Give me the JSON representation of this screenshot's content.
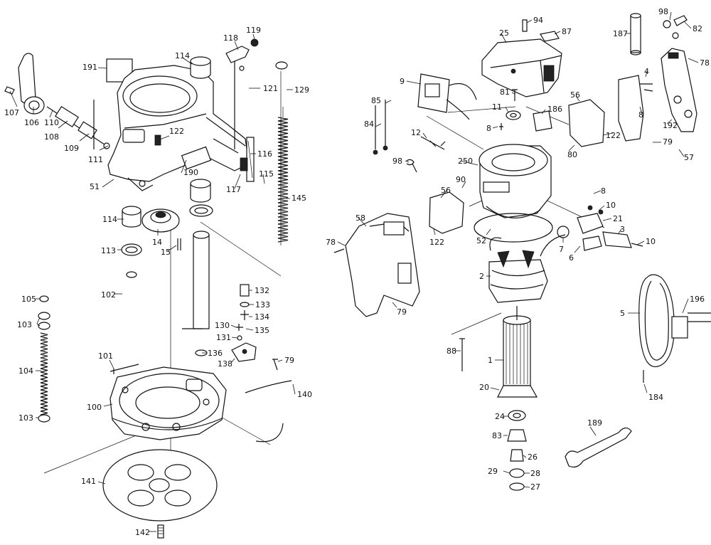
{
  "diagram": {
    "parts": [
      {
        "id": "p107",
        "label": "107"
      },
      {
        "id": "p106",
        "label": "106"
      },
      {
        "id": "p110",
        "label": "110"
      },
      {
        "id": "p108",
        "label": "108"
      },
      {
        "id": "p109",
        "label": "109"
      },
      {
        "id": "p111",
        "label": "111"
      },
      {
        "id": "p191",
        "label": "191"
      },
      {
        "id": "p114a",
        "label": "114"
      },
      {
        "id": "p118",
        "label": "118"
      },
      {
        "id": "p119",
        "label": "119"
      },
      {
        "id": "p121",
        "label": "121"
      },
      {
        "id": "p129",
        "label": "129"
      },
      {
        "id": "p122a",
        "label": "122"
      },
      {
        "id": "p116",
        "label": "116"
      },
      {
        "id": "p190",
        "label": "190"
      },
      {
        "id": "p115",
        "label": "115"
      },
      {
        "id": "p117",
        "label": "117"
      },
      {
        "id": "p51",
        "label": "51"
      },
      {
        "id": "p145",
        "label": "145"
      },
      {
        "id": "p114b",
        "label": "114"
      },
      {
        "id": "p14",
        "label": "14"
      },
      {
        "id": "p113",
        "label": "113"
      },
      {
        "id": "p15",
        "label": "15"
      },
      {
        "id": "p102",
        "label": "102"
      },
      {
        "id": "p105",
        "label": "105"
      },
      {
        "id": "p103a",
        "label": "103"
      },
      {
        "id": "p104",
        "label": "104"
      },
      {
        "id": "p103b",
        "label": "103"
      },
      {
        "id": "p132",
        "label": "132"
      },
      {
        "id": "p133",
        "label": "133"
      },
      {
        "id": "p134",
        "label": "134"
      },
      {
        "id": "p130",
        "label": "130"
      },
      {
        "id": "p135",
        "label": "135"
      },
      {
        "id": "p131",
        "label": "131"
      },
      {
        "id": "p136",
        "label": "136"
      },
      {
        "id": "p138",
        "label": "138"
      },
      {
        "id": "p79a",
        "label": "79"
      },
      {
        "id": "p140",
        "label": "140"
      },
      {
        "id": "p101",
        "label": "101"
      },
      {
        "id": "p100",
        "label": "100"
      },
      {
        "id": "p141",
        "label": "141"
      },
      {
        "id": "p142",
        "label": "142"
      },
      {
        "id": "p94",
        "label": "94"
      },
      {
        "id": "p25",
        "label": "25"
      },
      {
        "id": "p87",
        "label": "87"
      },
      {
        "id": "p187",
        "label": "187"
      },
      {
        "id": "p98a",
        "label": "98"
      },
      {
        "id": "p82",
        "label": "82"
      },
      {
        "id": "p78a",
        "label": "78"
      },
      {
        "id": "p9",
        "label": "9"
      },
      {
        "id": "p85",
        "label": "85"
      },
      {
        "id": "p81",
        "label": "81"
      },
      {
        "id": "p11",
        "label": "11"
      },
      {
        "id": "p186",
        "label": "186"
      },
      {
        "id": "p56a",
        "label": "56"
      },
      {
        "id": "p4",
        "label": "4"
      },
      {
        "id": "p84",
        "label": "84"
      },
      {
        "id": "p8a",
        "label": "8"
      },
      {
        "id": "p8b",
        "label": "8"
      },
      {
        "id": "p192",
        "label": "192"
      },
      {
        "id": "p12",
        "label": "12"
      },
      {
        "id": "p122b",
        "label": "122"
      },
      {
        "id": "p79b",
        "label": "79"
      },
      {
        "id": "p80",
        "label": "80"
      },
      {
        "id": "p57",
        "label": "57"
      },
      {
        "id": "p98b",
        "label": "98"
      },
      {
        "id": "p250",
        "label": "250"
      },
      {
        "id": "p90",
        "label": "90"
      },
      {
        "id": "p8c",
        "label": "8"
      },
      {
        "id": "p56b",
        "label": "56"
      },
      {
        "id": "p58",
        "label": "58"
      },
      {
        "id": "p10a",
        "label": "10"
      },
      {
        "id": "p21",
        "label": "21"
      },
      {
        "id": "p3",
        "label": "3"
      },
      {
        "id": "p10b",
        "label": "10"
      },
      {
        "id": "p78b",
        "label": "78"
      },
      {
        "id": "p122c",
        "label": "122"
      },
      {
        "id": "p52",
        "label": "52"
      },
      {
        "id": "p7",
        "label": "7"
      },
      {
        "id": "p6",
        "label": "6"
      },
      {
        "id": "p2",
        "label": "2"
      },
      {
        "id": "p79c",
        "label": "79"
      },
      {
        "id": "p5",
        "label": "5"
      },
      {
        "id": "p196",
        "label": "196"
      },
      {
        "id": "p88",
        "label": "88"
      },
      {
        "id": "p1",
        "label": "1"
      },
      {
        "id": "p20",
        "label": "20"
      },
      {
        "id": "p184",
        "label": "184"
      },
      {
        "id": "p24",
        "label": "24"
      },
      {
        "id": "p189",
        "label": "189"
      },
      {
        "id": "p83",
        "label": "83"
      },
      {
        "id": "p26",
        "label": "26"
      },
      {
        "id": "p29",
        "label": "29"
      },
      {
        "id": "p28",
        "label": "28"
      },
      {
        "id": "p27",
        "label": "27"
      }
    ]
  }
}
